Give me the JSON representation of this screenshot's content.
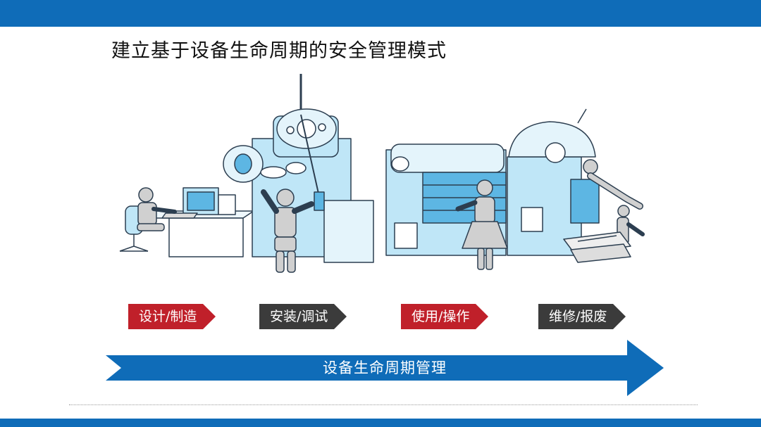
{
  "slide": {
    "title": "建立基于设备生命周期的安全管理模式"
  },
  "stages": [
    {
      "label": "设计/制造",
      "color": "#c0202a"
    },
    {
      "label": "安装/调试",
      "color": "#3b3b3b"
    },
    {
      "label": "使用/操作",
      "color": "#c0202a"
    },
    {
      "label": "维修/报废",
      "color": "#3b3b3b"
    }
  ],
  "lifecycle_arrow": {
    "label": "设备生命周期管理",
    "color": "#0f6cb8"
  },
  "colors": {
    "bar": "#0f6cb8",
    "machine_fill": "#bfe6f7",
    "machine_stroke": "#2c3e50",
    "figure_fill": "#d0d0d0"
  }
}
